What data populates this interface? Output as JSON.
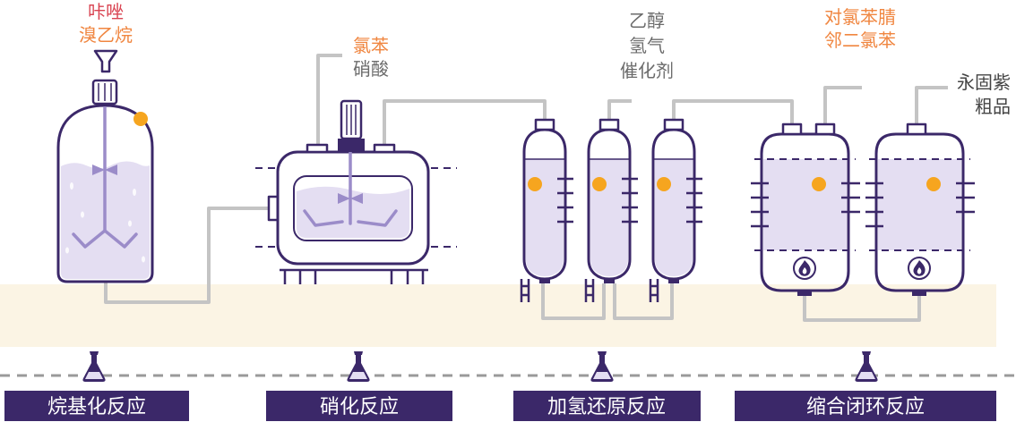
{
  "diagram": {
    "inputs": {
      "alkylation": {
        "line1": "咔唑",
        "line2": "溴乙烷"
      },
      "nitration": {
        "line1": "氯苯",
        "line2": "硝酸"
      },
      "reduction": {
        "line1": "乙醇",
        "line2": "氢气",
        "line3": "催化剂"
      },
      "condensation": {
        "line1": "对氯苯腈",
        "line2": "邻二氯苯"
      },
      "product": {
        "line1": "永固紫",
        "line2": "粗品"
      }
    },
    "stages": [
      {
        "label": "烷基化反应"
      },
      {
        "label": "硝化反应"
      },
      {
        "label": "加氢还原反应"
      },
      {
        "label": "缩合闭环反应"
      }
    ]
  },
  "colors": {
    "vessel_outline": "#3b2869",
    "liquid": "#e4def2",
    "sensor": "#f6a51f",
    "pipe": "#c4c4c4",
    "ground_band": "#fbf4e4",
    "stage_bar": "#3b2869",
    "text_red": "#d94452",
    "text_orange": "#f08640",
    "text_gray": "#6b6b6b",
    "text_dark": "#444444",
    "stirrer": "#9b8cc9",
    "divider": "#9a9a9a"
  }
}
